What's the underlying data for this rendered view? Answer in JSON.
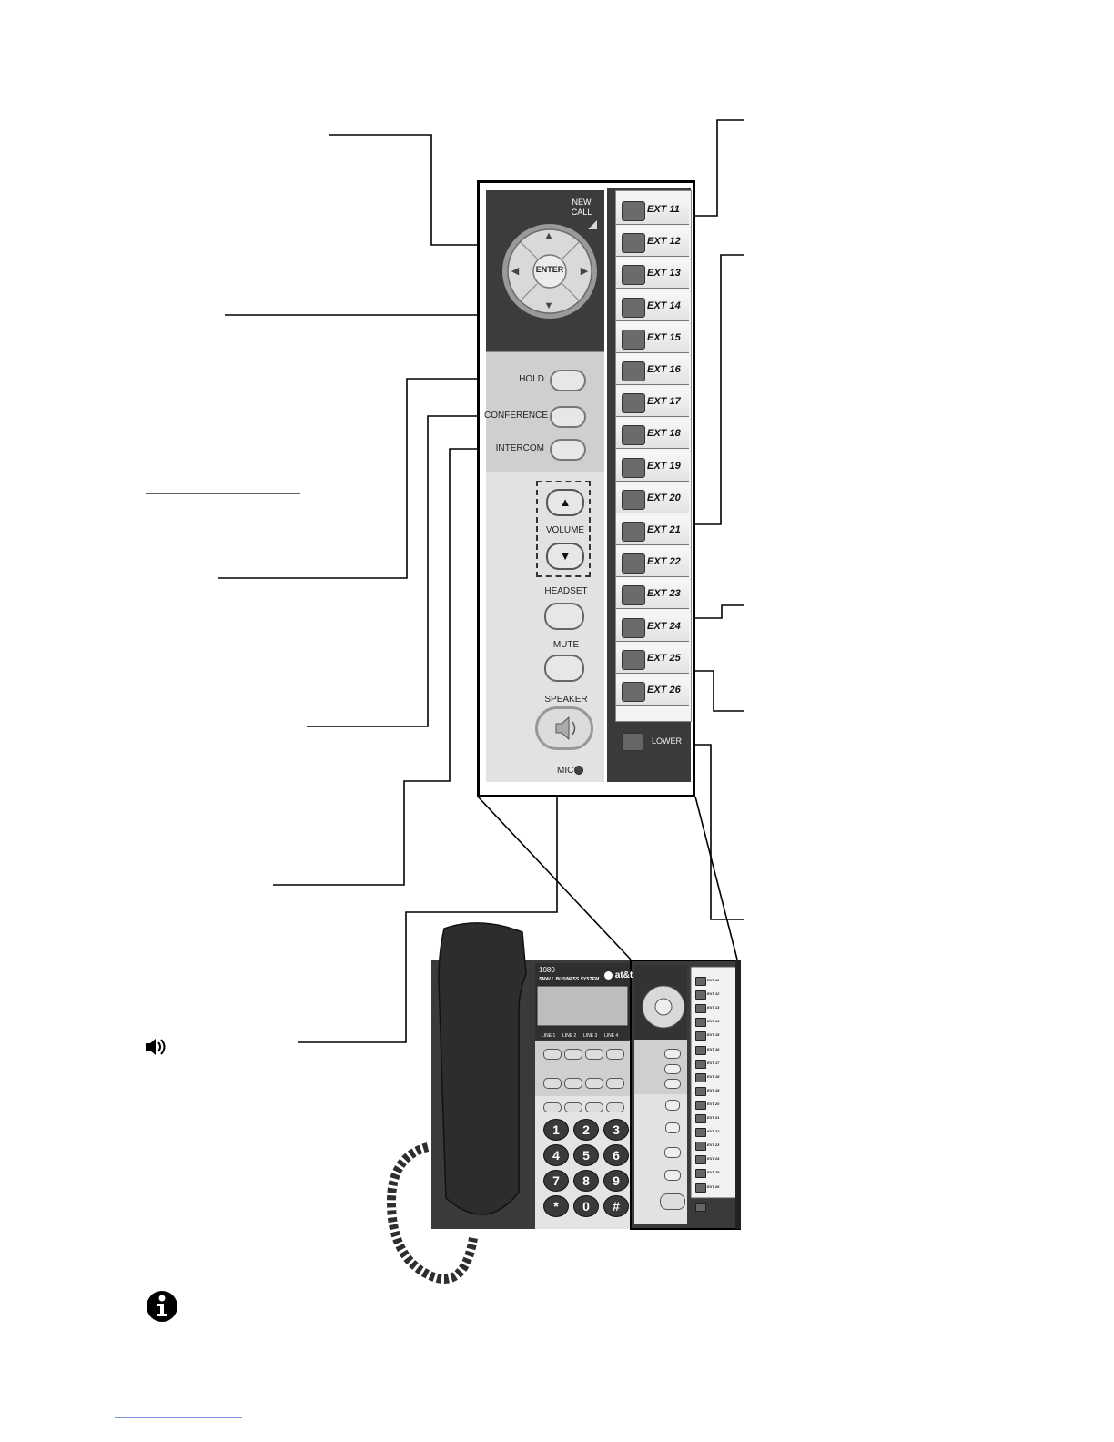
{
  "nav": {
    "new_call": [
      "NEW",
      "CALL"
    ],
    "enter": "ENTER"
  },
  "feature_buttons": {
    "hold": "HOLD",
    "conference": "CONFERENCE",
    "intercom": "INTERCOM"
  },
  "volume": "VOLUME",
  "headset": "HEADSET",
  "mute": "MUTE",
  "speaker": "SPEAKER",
  "mic": "MIC",
  "lower": "LOWER",
  "extensions": [
    "EXT 11",
    "EXT 12",
    "EXT 13",
    "EXT 14",
    "EXT 15",
    "EXT 16",
    "EXT 17",
    "EXT 18",
    "EXT 19",
    "EXT 20",
    "EXT 21",
    "EXT 22",
    "EXT 23",
    "EXT 24",
    "EXT 25",
    "EXT 26"
  ],
  "phone": {
    "model": "1080",
    "brand": "at&t",
    "subtitle": "SMALL BUSINESS SYSTEM",
    "lines": [
      "LINE 1",
      "LINE 2",
      "LINE 3",
      "LINE 4"
    ],
    "keypad": [
      "1",
      "2",
      "3",
      "4",
      "5",
      "6",
      "7",
      "8",
      "9",
      "*",
      "0",
      "#"
    ]
  },
  "icons": {
    "speaker_note": "speaker-icon",
    "info_note": "info-icon"
  },
  "colors": {
    "dark_panel": "#333333",
    "mid_panel": "#cfcfcf",
    "light_panel": "#e4e4e4",
    "key": "#6b6b6b",
    "phone_body": "#3a3a3a"
  }
}
